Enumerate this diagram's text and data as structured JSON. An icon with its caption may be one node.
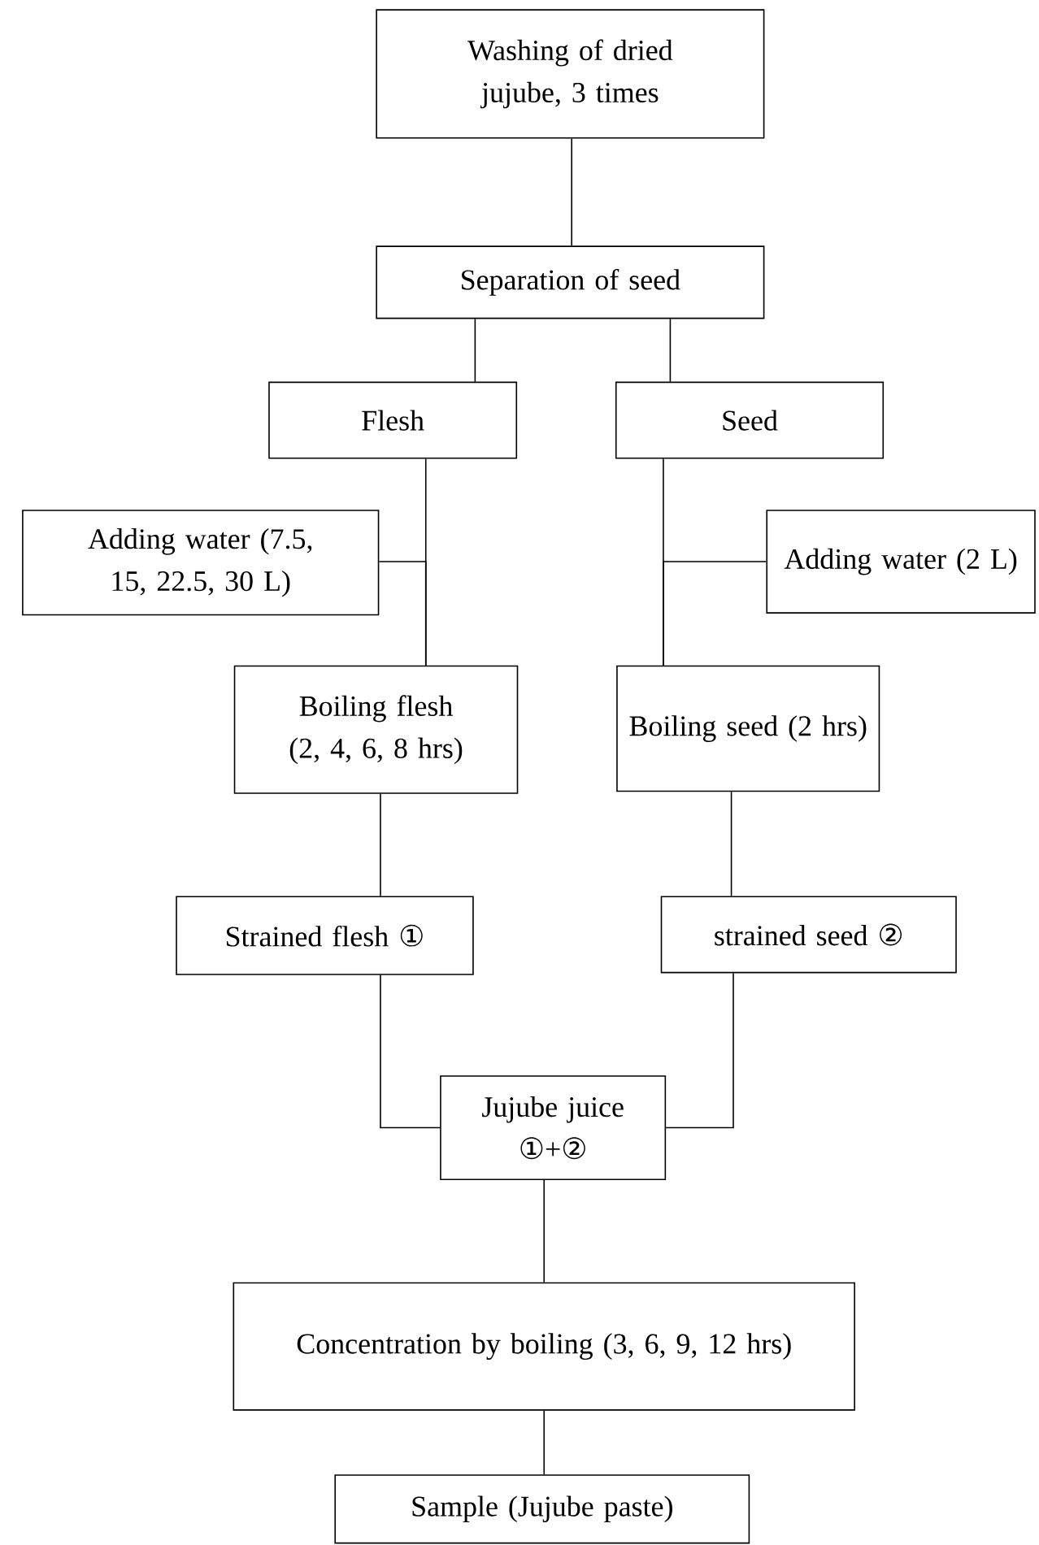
{
  "diagram": {
    "nodes": [
      {
        "text": [
          "Washing of dried jujube, 3 times"
        ]
      },
      {
        "text": [
          "Separation of seed"
        ]
      },
      {
        "text": [
          "Flesh"
        ]
      },
      {
        "text": [
          "Seed"
        ]
      },
      {
        "text": [
          "Adding water (7.5, 15, 22.5, 30 L)"
        ]
      },
      {
        "text": [
          "Adding water (2 L)"
        ]
      },
      {
        "text": [
          "Boiling flesh (2, 4, 6, 8 hrs)"
        ]
      },
      {
        "text": [
          "Boiling seed (2 hrs)"
        ]
      },
      {
        "text": [
          "Strained flesh ①"
        ]
      },
      {
        "text": [
          "strained seed ②"
        ]
      },
      {
        "text": [
          "Jujube juice ①+②"
        ]
      },
      {
        "text": [
          "Concentration by boiling (3, 6, 9, 12 hrs)"
        ]
      },
      {
        "text": [
          "Sample (Jujube paste)"
        ]
      }
    ],
    "edges": [
      {
        "from": 0,
        "to": 1,
        "arrow": "none"
      },
      {
        "from": 1,
        "to": 2,
        "arrow": "none"
      },
      {
        "from": 1,
        "to": 3,
        "arrow": "none"
      },
      {
        "from": 2,
        "to": 6,
        "arrow": "none"
      },
      {
        "from": 4,
        "to": 6,
        "arrow": "none"
      },
      {
        "from": 3,
        "to": 7,
        "arrow": "none"
      },
      {
        "from": 5,
        "to": 7,
        "arrow": "none"
      },
      {
        "from": 6,
        "to": 8,
        "arrow": "none"
      },
      {
        "from": 7,
        "to": 9,
        "arrow": "none"
      },
      {
        "from": 8,
        "to": 10,
        "arrow": "none"
      },
      {
        "from": 9,
        "to": 10,
        "arrow": "none"
      },
      {
        "from": 10,
        "to": 11,
        "arrow": "none"
      },
      {
        "from": 11,
        "to": 12,
        "arrow": "none"
      }
    ]
  }
}
